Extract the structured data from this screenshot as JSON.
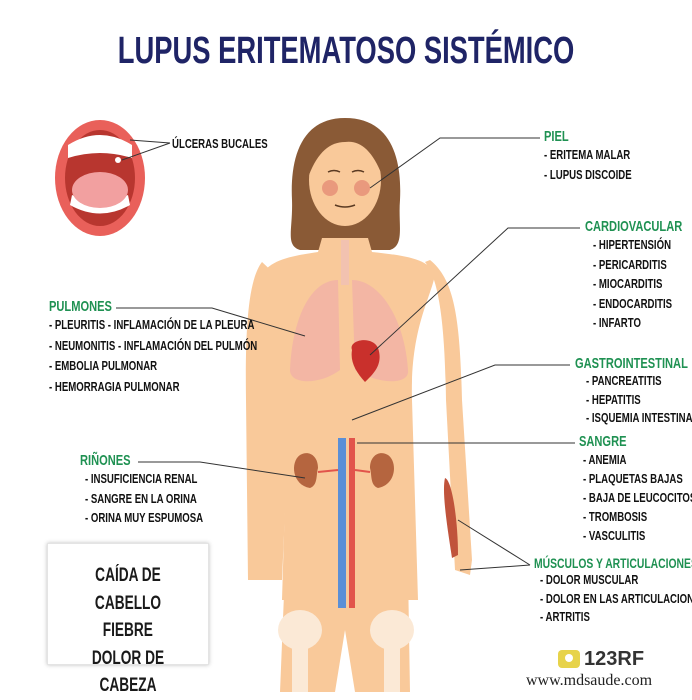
{
  "title": "LUPUS ERITEMATOSO SISTÉMICO",
  "mouth": {
    "label": "ÚLCERAS BUCALES"
  },
  "sections": {
    "piel": {
      "heading": "PIEL",
      "items": [
        "- ERITEMA MALAR",
        "- LUPUS DISCOIDE"
      ]
    },
    "cardio": {
      "heading": "CARDIOVACULAR",
      "items": [
        "- HIPERTENSIÓN",
        "- PERICARDITIS",
        "- MIOCARDITIS",
        "- ENDOCARDITIS",
        "- INFARTO"
      ]
    },
    "gastro": {
      "heading": "GASTROINTESTINAL",
      "items": [
        "- PANCREATITIS",
        "- HEPATITIS",
        "- ISQUEMIA INTESTINAL"
      ]
    },
    "sangre": {
      "heading": "SANGRE",
      "items": [
        "- ANEMIA",
        "- PLAQUETAS BAJAS",
        "- BAJA DE LEUCOCITOS",
        "- TROMBOSIS",
        "- VASCULITIS"
      ]
    },
    "musculos": {
      "heading": "MÚSCULOS Y ARTICULACIONES",
      "items": [
        "- DOLOR MUSCULAR",
        "- DOLOR EN LAS ARTICULACIONES",
        "- ARTRITIS"
      ]
    },
    "pulmones": {
      "heading": "PULMONES",
      "items": [
        "- PLEURITIS - INFLAMACIÓN DE LA PLEURA",
        "- NEUMONITIS - INFLAMACIÓN DEL PULMÓN",
        "- EMBOLIA PULMONAR",
        "- HEMORRAGIA PULMONAR"
      ]
    },
    "rinones": {
      "heading": "RIÑONES",
      "items": [
        "- INSUFICIENCIA RENAL",
        "- SANGRE EN LA ORINA",
        "- ORINA MUY ESPUMOSA"
      ]
    }
  },
  "general_box": [
    "CAÍDA DE CABELLO",
    "FIEBRE",
    "DOLOR DE CABEZA"
  ],
  "watermark": {
    "logo": "123RF",
    "url": "www.mdsaude.com"
  },
  "colors": {
    "title": "#1f2466",
    "heading": "#1f9152",
    "skin": "#f9c99a",
    "hair": "#8a5a36"
  }
}
